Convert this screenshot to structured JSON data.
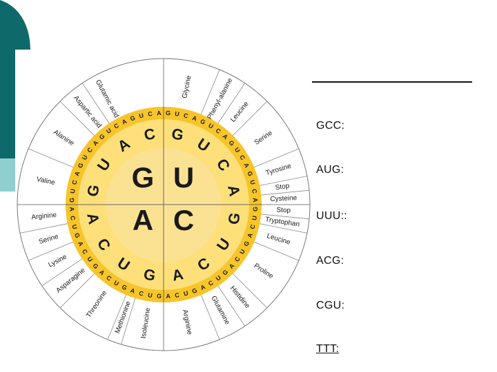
{
  "colors": {
    "slide_accent_dark": "#0e6a6a",
    "slide_accent_light": "#8fcfcf",
    "outer_ring": "#ffffff",
    "third_ring": "#f7c52a",
    "second_ring": "#fde07a",
    "inner_disk": "#fcecb0",
    "center_disk": "#fbd771",
    "lines": "#666666"
  },
  "wheel": {
    "center_letters": [
      "G",
      "U",
      "A",
      "C"
    ],
    "second_letters": [
      "G",
      "U",
      "C",
      "A",
      "G",
      "U",
      "C",
      "A",
      "G",
      "U",
      "C",
      "A",
      "G",
      "U",
      "A",
      "C"
    ],
    "third_letters": "GUCAGUCAGUCAGUCAGUCAGUCAGUCAGUCAGUCAGUCAGUCAGUCAGUCAGUCAGUCAGUCA",
    "amino_acids": [
      "Glycine",
      "Phenyl-alanine",
      "Leucine",
      "Serine",
      "Tyrosine",
      "Stop",
      "Cysteine",
      "Stop",
      "Tryptophan",
      "Leucine",
      "Proline",
      "Histidine",
      "Glutamine",
      "Arginine",
      "Isoleucine",
      "Methionine",
      "Threonine",
      "Asparagine",
      "Lysine",
      "Serine",
      "Arginine",
      "Valine",
      "Alanine",
      "Aspartic acid",
      "Glutamic acid"
    ]
  },
  "questions": {
    "q1": "GCC:",
    "q2": "AUG:",
    "q3": "UUU::",
    "q4": "ACG:",
    "q5": "CGU:",
    "q6": "TTT:"
  }
}
